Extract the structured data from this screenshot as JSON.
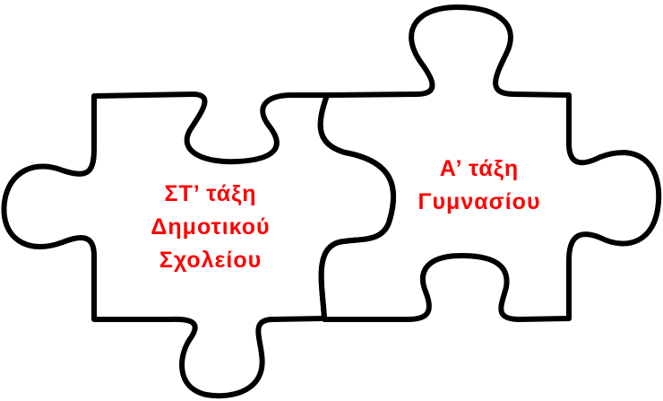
{
  "left_piece": {
    "lines": [
      "ΣΤ’ τάξη",
      "Δημοτικού",
      "Σχολείου"
    ]
  },
  "right_piece": {
    "lines": [
      "Α’ τάξη",
      "Γυμνασίου"
    ]
  },
  "colors": {
    "text": "#ff0000",
    "outline": "#000000"
  }
}
